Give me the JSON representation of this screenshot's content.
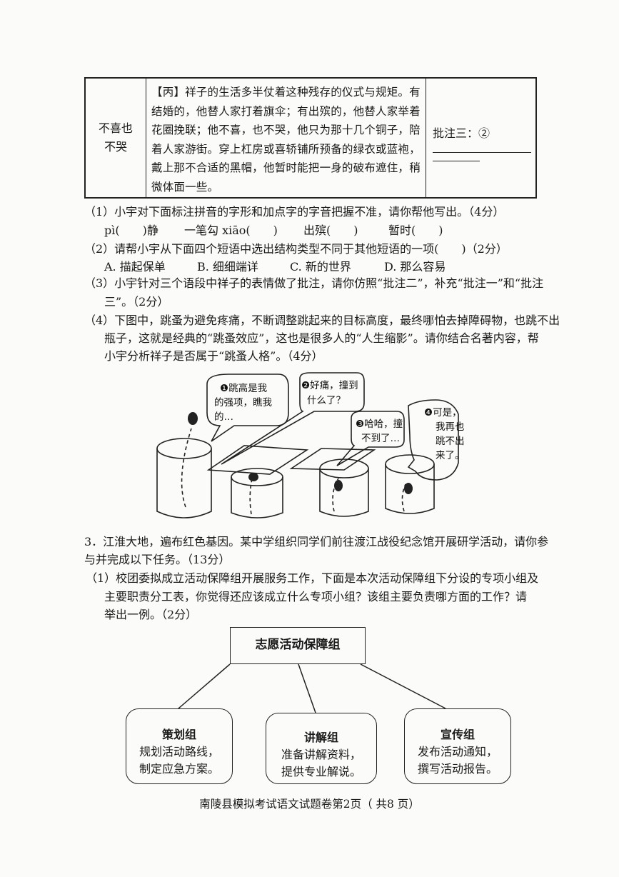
{
  "table": {
    "label_line1": "不喜也",
    "label_line2": "不哭",
    "passage": "【丙】祥子的生活多半仗着这种残存的仪式与规矩。有结婚的，他替人家打着旗伞；有出殡的，他替人家举着花圈挽联；他不喜，也不哭，他只为那十几个铜子，陪着人家游街。穿上杠房或喜轿铺所预备的绿衣或蓝袍，戴上那不合适的黑帽，他暂时能把一身的破布遮住，稍微体面一些。",
    "note_label": "批注三：②"
  },
  "q1": {
    "title": "（1）小宇对下面标注拼音的字形和加点字的字音把握不准，请你帮他写出。（4分）",
    "items": [
      "pì(　　)静",
      "一笔勾 xiāo(　　)",
      "出殡(　　)",
      "暂时(　　)"
    ]
  },
  "q2": {
    "title": "（2）请帮小宇从下面四个短语中选出结构类型不同于其他短语的一项(　　)（2分）",
    "options": [
      "A. 描起保单",
      "B. 细细端详",
      "C. 新的世界",
      "D. 那么容易"
    ]
  },
  "q3": {
    "line1": "（3）小宇针对三个语段中祥子的表情做了批注，请你仿照“批注二”，补充“批注一”和“批注",
    "line2": "三”。（2分）"
  },
  "q4": {
    "line1": "（4）下图中，跳蚤为避免疼痛，不断调整跳起来的目标高度，最终哪怕去掉障碍物，也跳不出",
    "line2": "瓶子，这就是经典的“跳蚤效应”，这也是很多人的“人生缩影”。请你结合名著内容，帮",
    "line3": "小宇分析祥子是否属于“跳蚤人格”。（4分）"
  },
  "cartoon": {
    "bubble1": [
      "❶跳高是我",
      "的强项，瞧我",
      "的…"
    ],
    "bubble2": [
      "❷好痛，撞到",
      "什么了？"
    ],
    "bubble3": [
      "❸哈哈，撞",
      "不到了…"
    ],
    "bubble4": [
      "❹可是，",
      "我再也",
      "跳不出",
      "来了。"
    ]
  },
  "sec3": {
    "line1": "3．江淮大地，遍布红色基因。某中学组织同学们前往渡江战役纪念馆开展研学活动，请你参",
    "line2": "与并完成以下任务。（13分）",
    "sub1_line1": "（1）校团委拟成立活动保障组开展服务工作，下面是本次活动保障组下分设的专项小组及",
    "sub1_line2": "主要职责分工表，你觉得还应该成立什么专项小组？该组主要负责哪方面的工作？请",
    "sub1_line3": "举出一例。（2分）"
  },
  "org": {
    "root": "志愿活动保障组",
    "groups": [
      {
        "name": "策划组",
        "duty1": "规划活动路线，",
        "duty2": "制定应急方案。"
      },
      {
        "name": "讲解组",
        "duty1": "准备讲解资料，",
        "duty2": "提供专业解说。"
      },
      {
        "name": "宣传组",
        "duty1": "发布活动通知，",
        "duty2": "撰写活动报告。"
      }
    ]
  },
  "footer": "南陵县模拟考试语文试题卷第2页（ 共8 页）"
}
